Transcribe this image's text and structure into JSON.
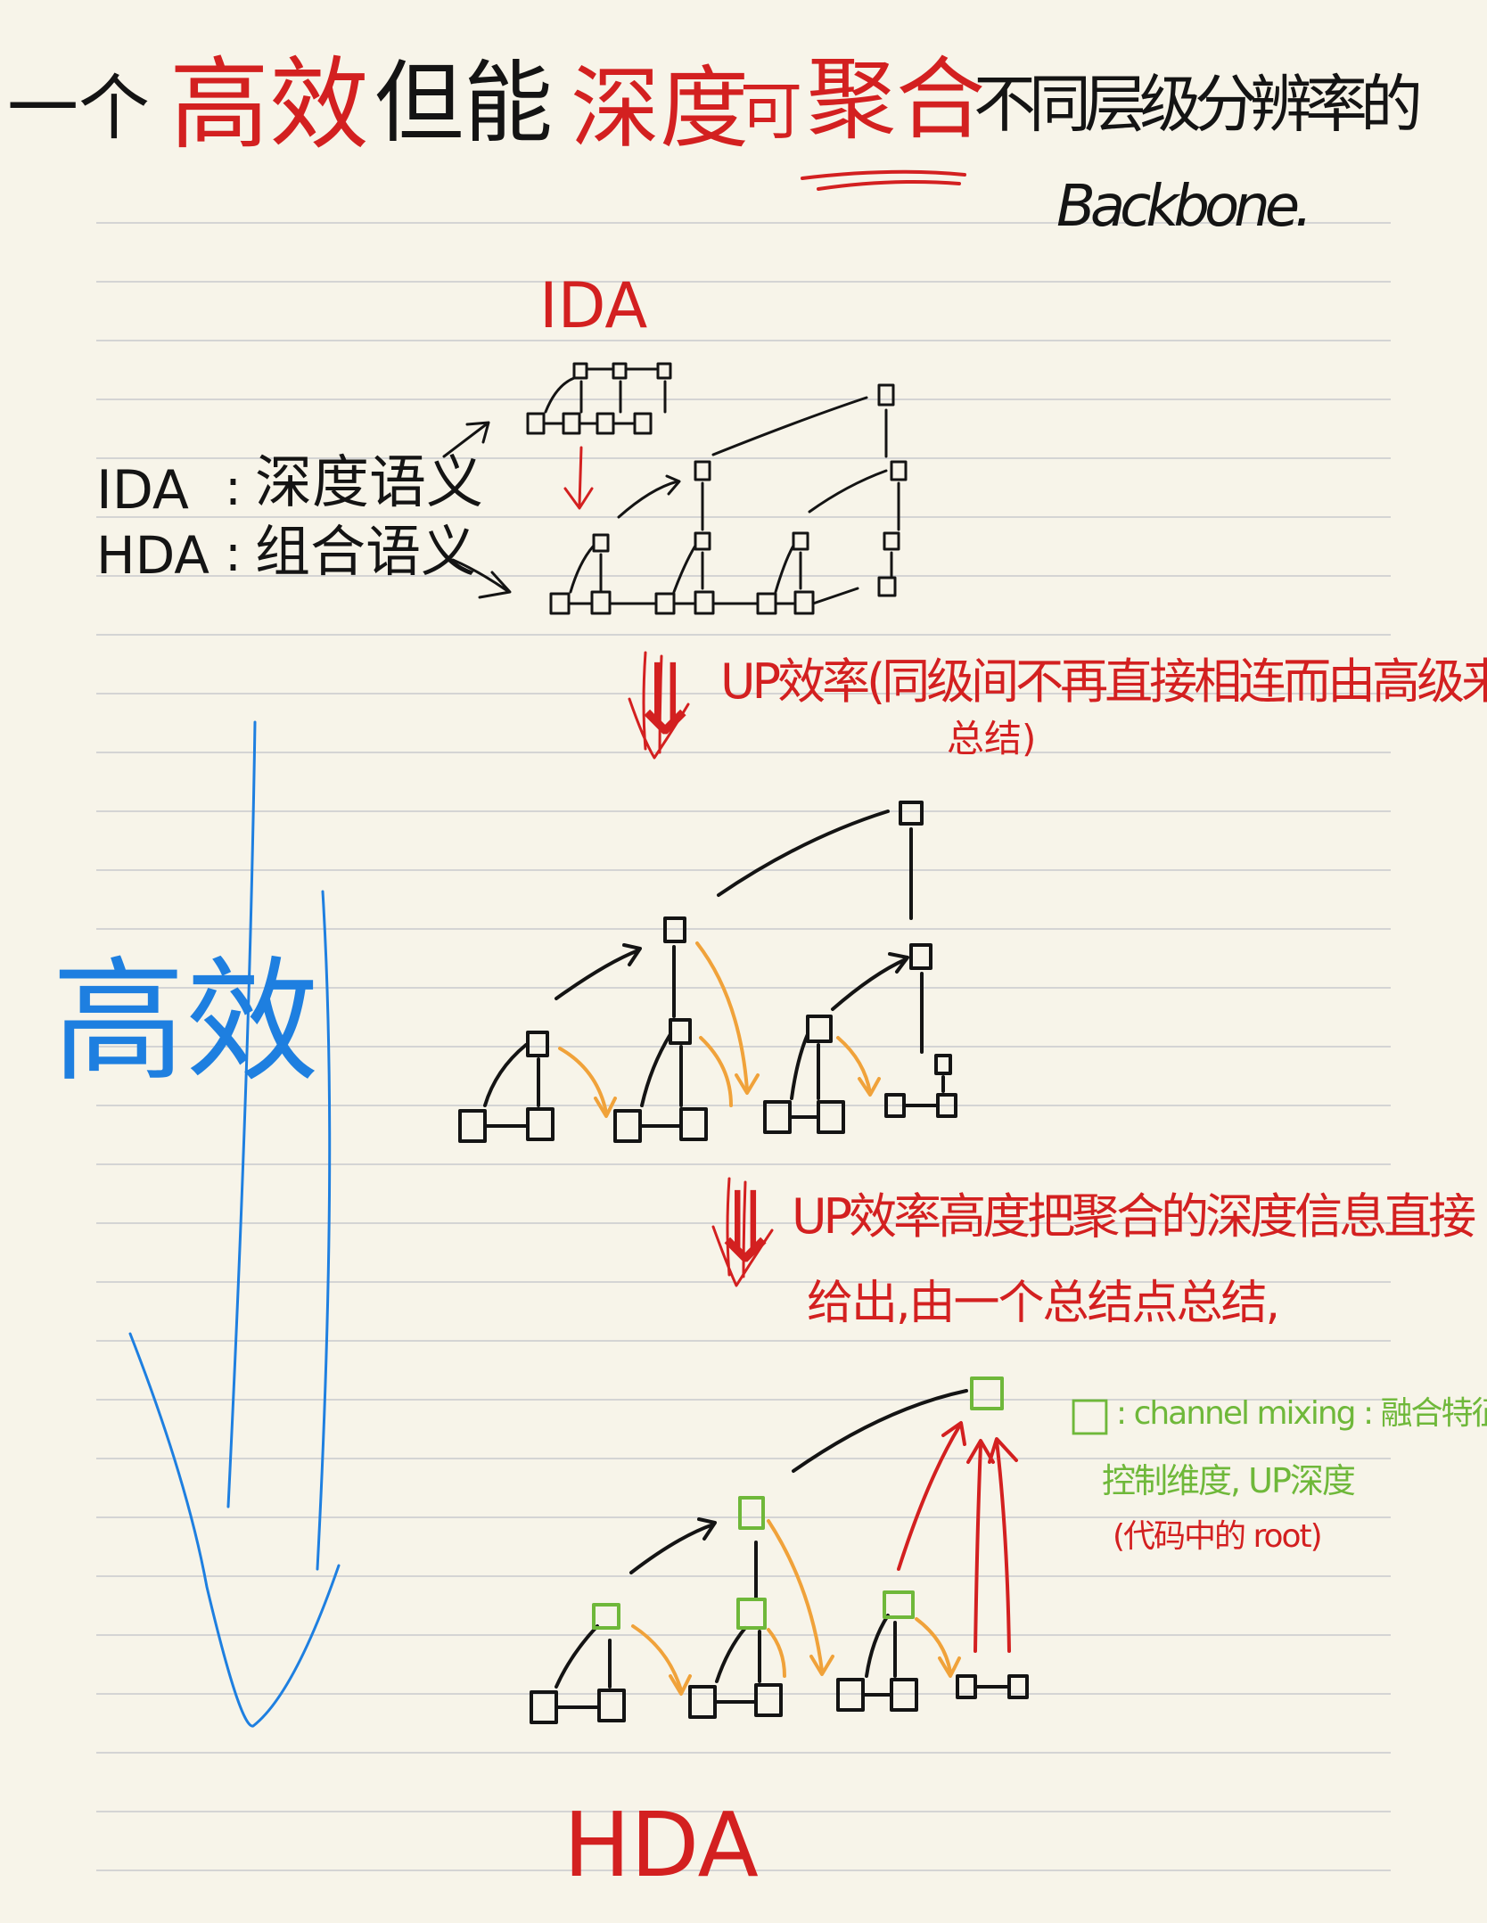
{
  "title": {
    "prefix": "一个",
    "red_1": "高效",
    "mid_1": "但能",
    "red_2": "深度",
    "mid_2": "可",
    "red_3": "聚合",
    "suffix": "不同层级分辨率的",
    "line2": "Backbone."
  },
  "ida": {
    "heading": "IDA",
    "ida_label": "IDA",
    "ida_colon": ":",
    "ida_desc": "深度语义",
    "hda_label": "HDA",
    "hda_colon": ":",
    "hda_desc": "组合语义"
  },
  "step1": {
    "arrow": "⇓",
    "line1": "UP效率(同级间不再直接相连而由高级来",
    "line2": "总结)"
  },
  "step2": {
    "arrow": "⇓",
    "line1": "UP效率高度把聚合的深度信息直接",
    "line2": "给出,由一个总结点总结,"
  },
  "side_note": {
    "label": "高效"
  },
  "legend": {
    "symbol": "□",
    "line1": ": channel mixing : 融合特征",
    "line2": "控制维度, UP深度",
    "line3": "(代码中的 root)"
  },
  "footer": {
    "label": "HDA"
  },
  "colors": {
    "paper": "#f7f4e9",
    "rule": "#d4d4d4",
    "ink": "#141414",
    "red": "#d32020",
    "blue": "#1e7fe0",
    "orange": "#f0a23a",
    "green": "#6fb83a"
  }
}
